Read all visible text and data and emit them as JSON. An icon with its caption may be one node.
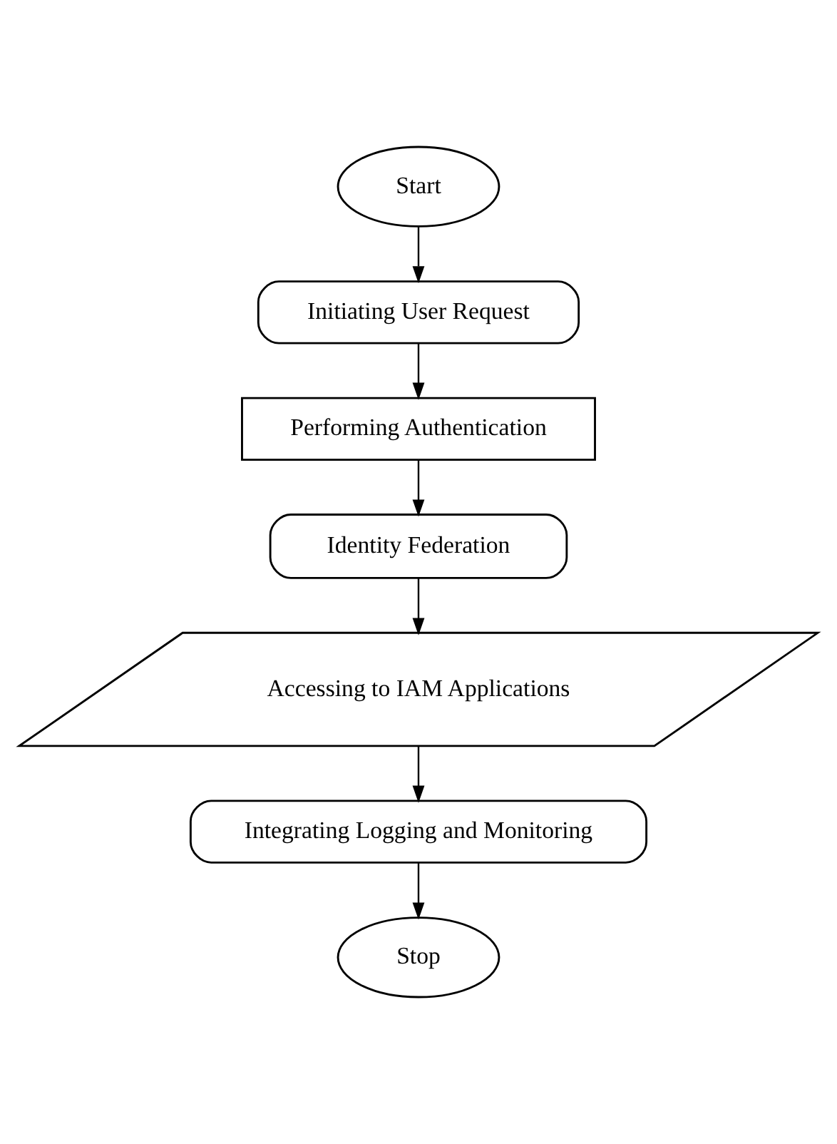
{
  "diagram": {
    "nodes": [
      {
        "text": [
          "Start"
        ]
      },
      {
        "text": [
          "Initiating User Request"
        ]
      },
      {
        "text": [
          "Performing Authentication"
        ]
      },
      {
        "text": [
          "Identity Federation"
        ]
      },
      {
        "text": [
          "Accessing to IAM Applications"
        ]
      },
      {
        "text": [
          "Integrating Logging and Monitoring"
        ]
      },
      {
        "text": [
          "Stop"
        ]
      }
    ],
    "edges": [
      {
        "from": 0,
        "to": 1,
        "arrow": "to"
      },
      {
        "from": 1,
        "to": 2,
        "arrow": "to"
      },
      {
        "from": 2,
        "to": 3,
        "arrow": "to"
      },
      {
        "from": 3,
        "to": 4,
        "arrow": "to"
      },
      {
        "from": 4,
        "to": 5,
        "arrow": "to"
      },
      {
        "from": 5,
        "to": 6,
        "arrow": "to"
      }
    ]
  }
}
